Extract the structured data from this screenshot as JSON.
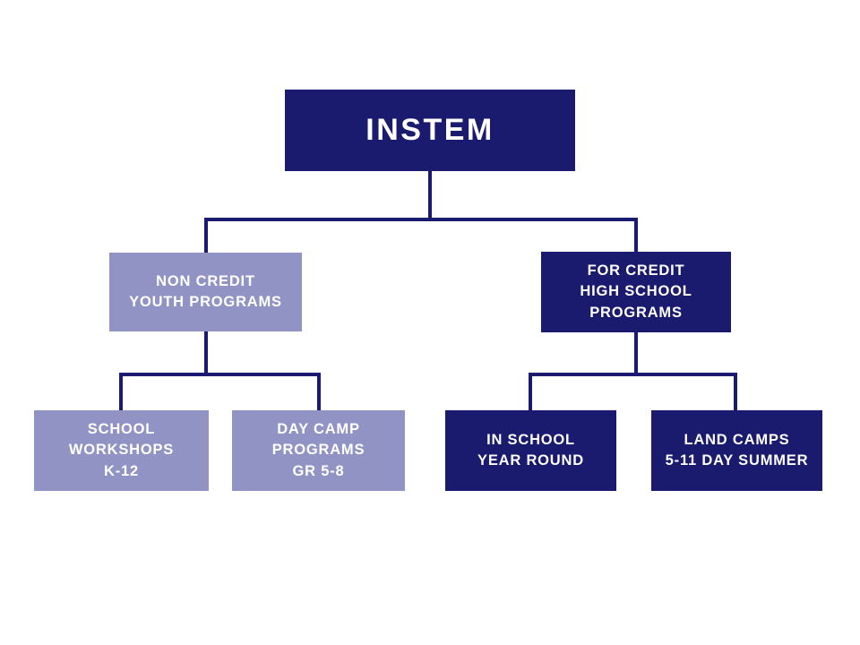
{
  "colors": {
    "navy": "#1a1a6e",
    "lavender": "#9193c4",
    "background": "#ffffff",
    "text_light": "#ffffff"
  },
  "chart_data": {
    "type": "org-tree",
    "title": "INSTEM"
  },
  "tree": {
    "root": {
      "label": "INSTEM",
      "children": [
        {
          "label": "NON CREDIT\nYOUTH PROGRAMS",
          "variant": "lavender",
          "children": [
            {
              "label": "SCHOOL\nWORKSHOPS\nK-12",
              "variant": "lavender"
            },
            {
              "label": "DAY CAMP\nPROGRAMS\nGR 5-8",
              "variant": "lavender"
            }
          ]
        },
        {
          "label": "FOR CREDIT\nHIGH SCHOOL\nPROGRAMS",
          "variant": "navy",
          "children": [
            {
              "label": "IN SCHOOL\nYEAR ROUND",
              "variant": "navy"
            },
            {
              "label": "LAND CAMPS\n5-11 DAY SUMMER",
              "variant": "navy"
            }
          ]
        }
      ]
    }
  }
}
